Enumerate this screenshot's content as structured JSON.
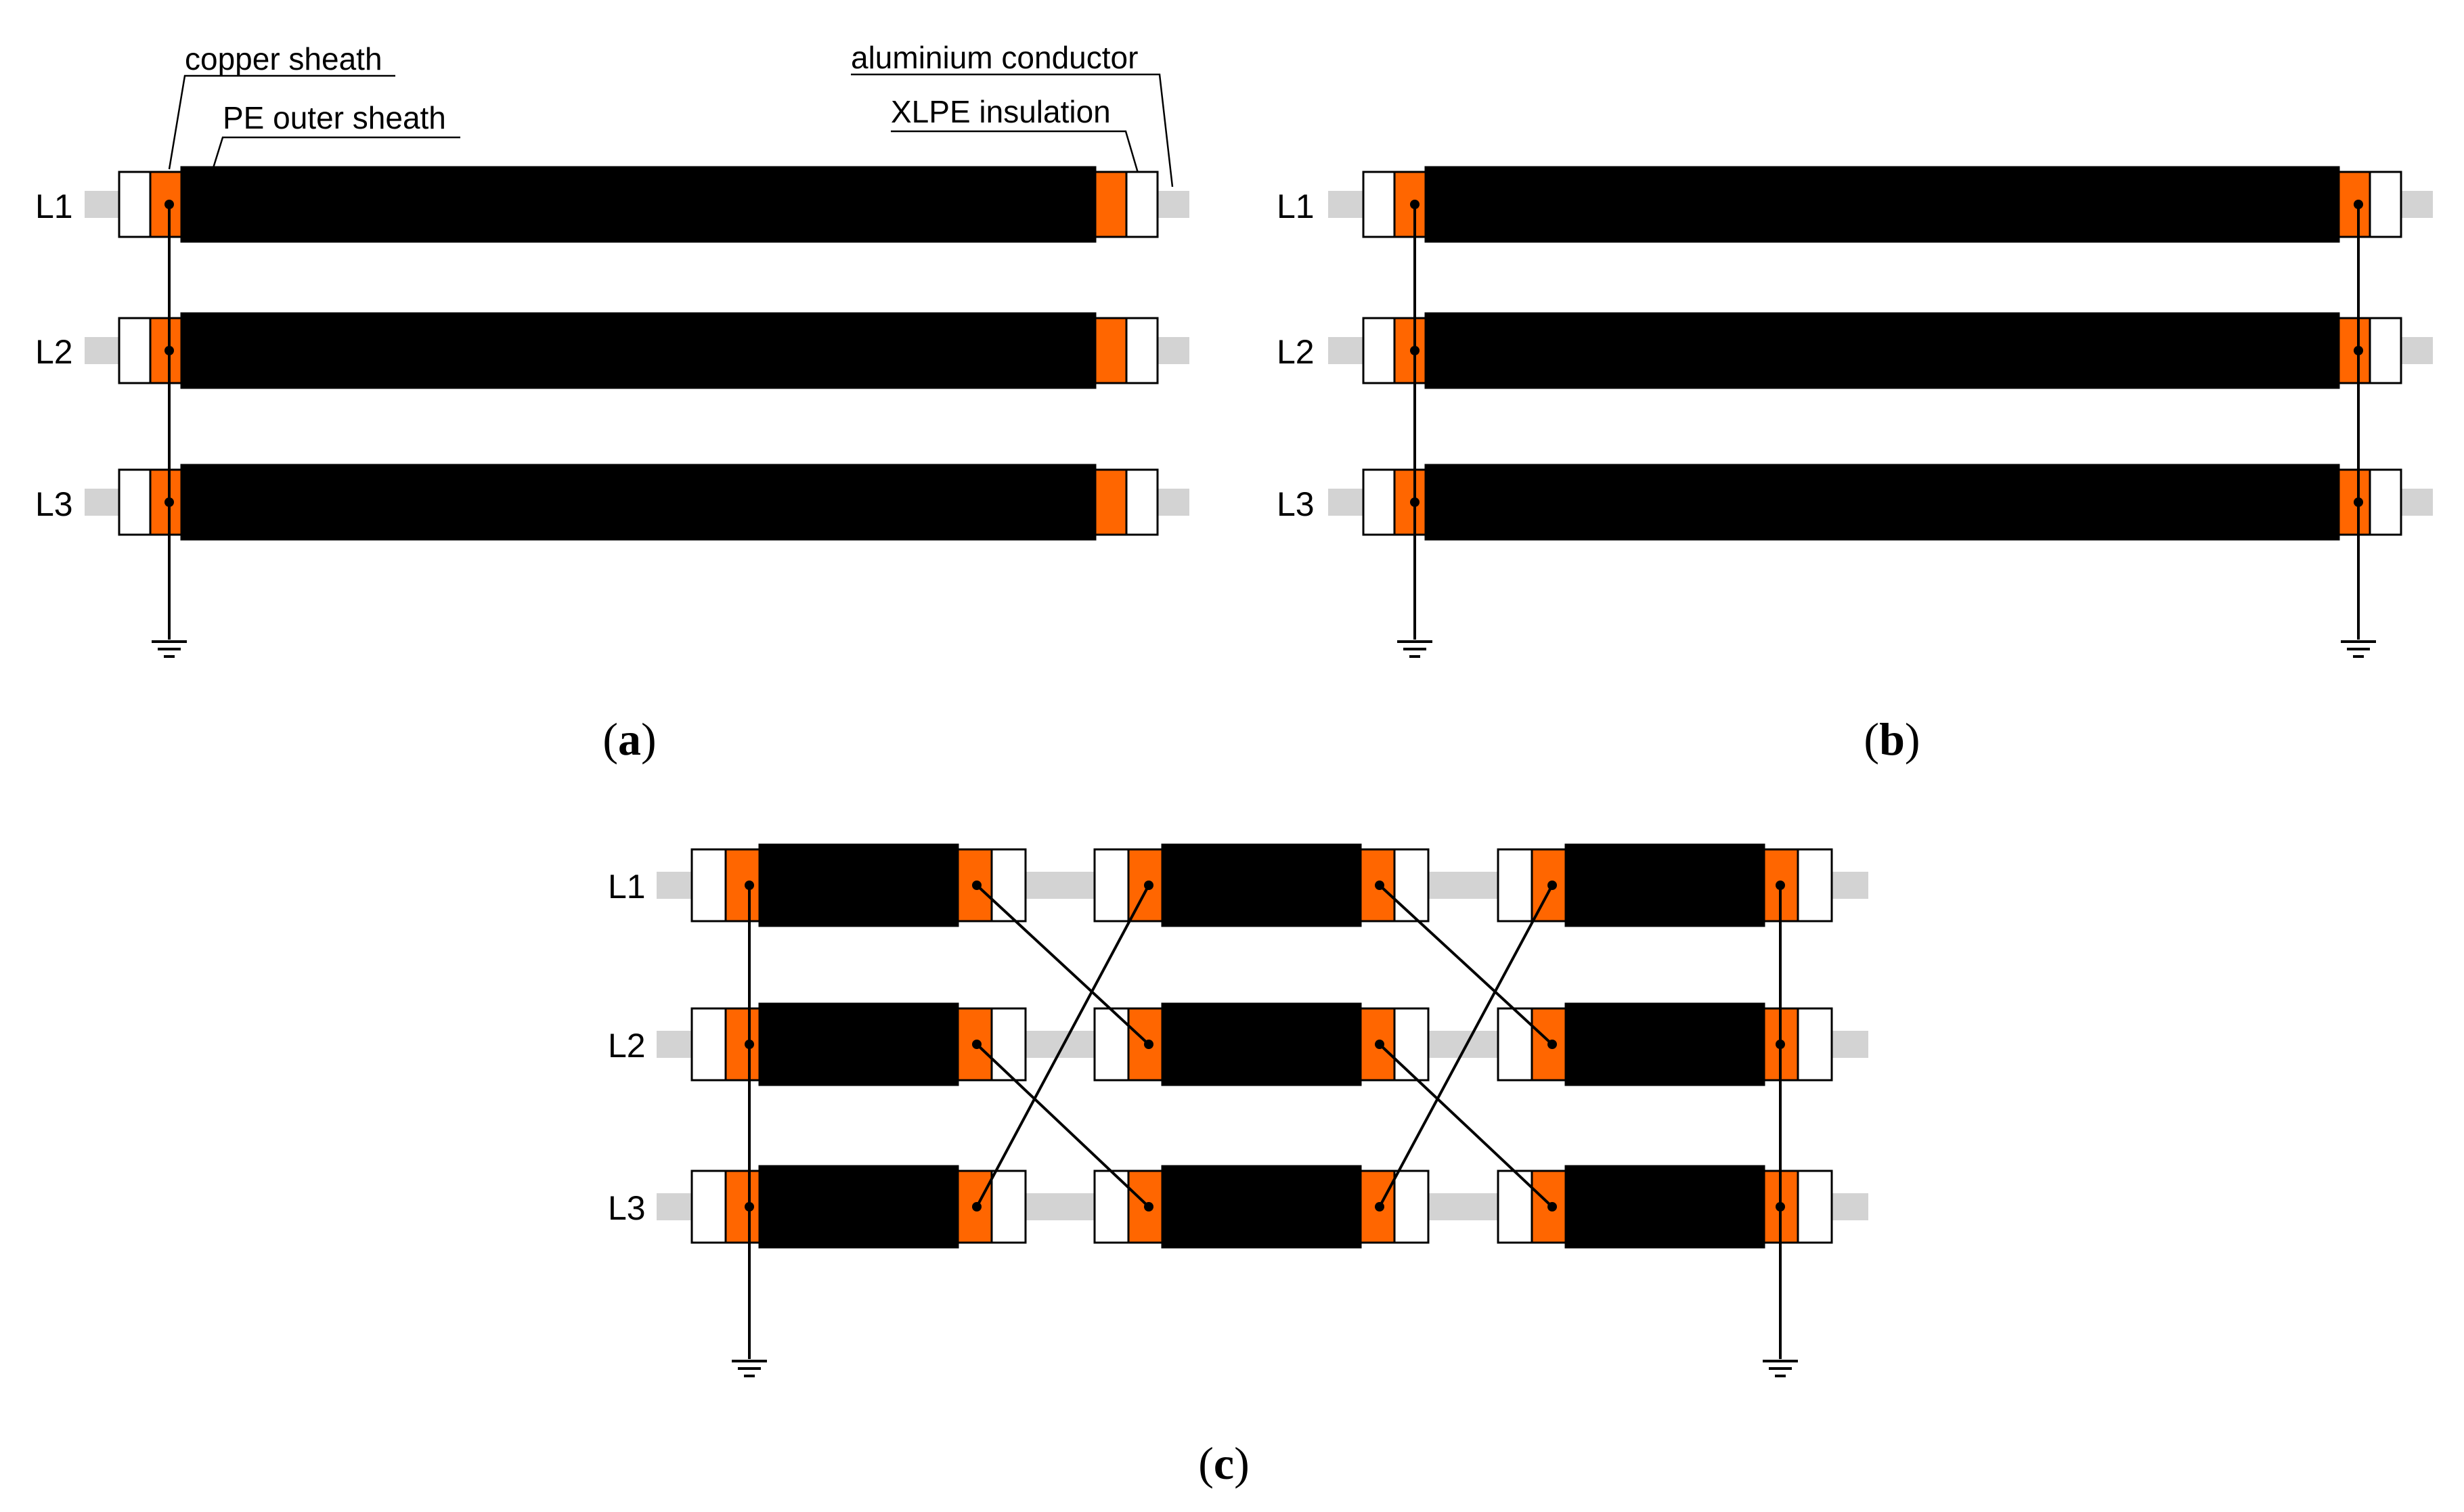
{
  "labels": {
    "copper_sheath": "copper sheath",
    "pe_outer_sheath": "PE outer sheath",
    "aluminium_conductor": "aluminium conductor",
    "xlpe_insulation": "XLPE insulation"
  },
  "phases": [
    "L1",
    "L2",
    "L3"
  ],
  "panels": {
    "a": {
      "open": "(",
      "letter": "a",
      "close": ")"
    },
    "b": {
      "open": "(",
      "letter": "b",
      "close": ")"
    },
    "c": {
      "open": "(",
      "letter": "c",
      "close": ")"
    }
  },
  "colors": {
    "conductor": "#d3d3d3",
    "sheath": "#ff6600",
    "outer_sheath": "#000000",
    "insulation": "#ffffff",
    "line": "#000000"
  }
}
